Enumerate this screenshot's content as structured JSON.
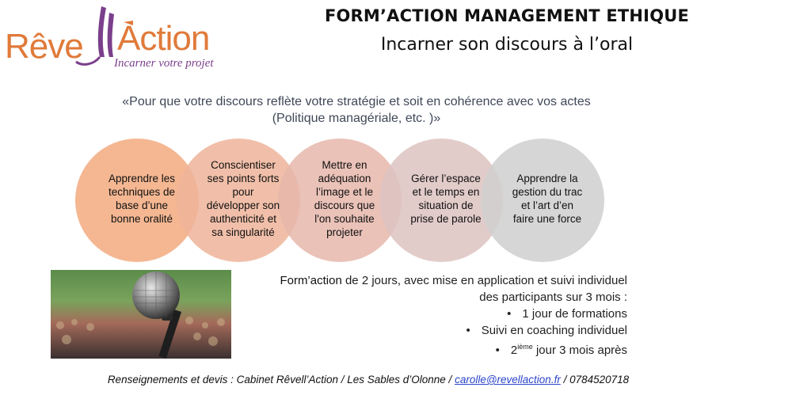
{
  "logo": {
    "word_reve": "Rêve",
    "word_action": "Action",
    "tagline": "Incarner votre projet",
    "colors": {
      "orange": "#e07a3a",
      "purple": "#7b3f8c"
    }
  },
  "header": {
    "title": "FORM’ACTION MANAGEMENT ETHIQUE",
    "subtitle": "Incarner son discours à l’oral"
  },
  "quote": {
    "line1": "«Pour que votre discours reflète votre stratégie et soit en cohérence avec vos actes",
    "line2": "(Politique managériale, etc. )»"
  },
  "steps": [
    {
      "lines": [
        "Apprendre les",
        "techniques de",
        "base d’une",
        "bonne oralité"
      ],
      "color": "#f2aa7f"
    },
    {
      "lines": [
        "Conscientiser",
        "ses points forts",
        "pour",
        "développer son",
        "authenticité et",
        "sa singularité"
      ],
      "color": "#eeb49a"
    },
    {
      "lines": [
        "Mettre en",
        "adéquation",
        "l’image et le",
        "discours que",
        "l'on souhaite",
        "projeter"
      ],
      "color": "#e6b7ab"
    },
    {
      "lines": [
        "Gérer l’espace",
        "et le temps en",
        "situation de",
        "prise de parole"
      ],
      "color": "#ddc3c1"
    },
    {
      "lines": [
        "Apprendre la",
        "gestion du trac",
        "et l’art d’en",
        "faire une force"
      ],
      "color": "#cfcfcf"
    }
  ],
  "description": {
    "lead": "Form’action",
    "line1_rest": " de 2 jours, avec mise en application et suivi individuel",
    "line2": "des participants sur 3 mois :",
    "bullets": [
      {
        "pre": "1 jour de formations",
        "sup": "",
        "post": ""
      },
      {
        "pre": "Suivi en coaching individuel",
        "sup": "",
        "post": ""
      },
      {
        "pre": "2",
        "sup": "ième",
        "post": " jour 3 mois après"
      }
    ],
    "bullet_symbol": "•"
  },
  "photo": {
    "icon": "microphone-icon"
  },
  "footer": {
    "prefix": "Renseignements et devis : Cabinet Rêvell’Action / Les Sables d’Olonne / ",
    "email": "carolle@revellaction.fr",
    "suffix": " / 0784520718"
  }
}
